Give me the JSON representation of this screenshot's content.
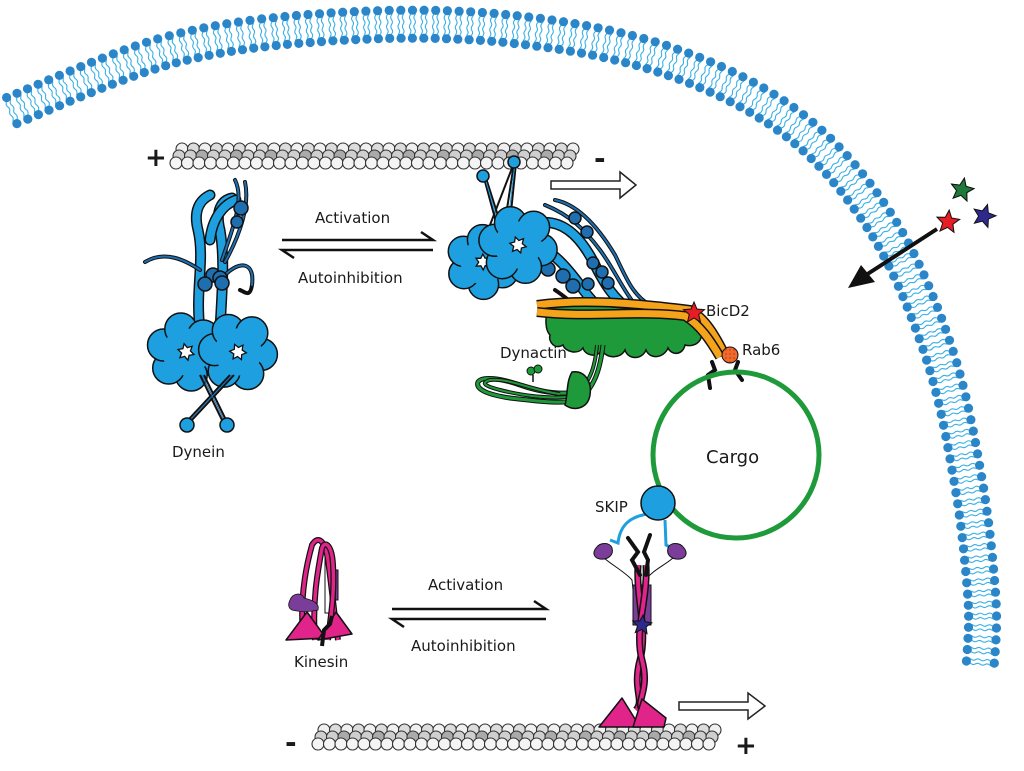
{
  "title": "Dynein and kinesin activation and cargo transport",
  "colors": {
    "membrane_head": "#2a86c8",
    "membrane_tail": "#39b0e6",
    "dynein": "#1ea0e0",
    "dynein_dark": "#1f6fb0",
    "dynactin": "#1f9a3a",
    "bicd2": "#f5a31a",
    "rab6": "#f06a2a",
    "cargo": "#1f9a3a",
    "skip": "#1ea0e0",
    "kinesin_heavy": "#e0248a",
    "kinesin_light": "#7a3d9a",
    "star_red": "#e81c24",
    "star_green": "#1f7a3a",
    "star_blue": "#2e2a8c",
    "microtubule_light": "#eeeeee",
    "microtubule_dark": "#bdbdbd"
  },
  "labels": {
    "dynein": "Dynein",
    "kinesin": "Kinesin",
    "dynactin": "Dynactin",
    "bicd2": "BicD2",
    "rab6": "Rab6",
    "cargo": "Cargo",
    "skip": "SKIP",
    "activation_top": "Activation",
    "autoinhibition_top": "Autoinhibition",
    "activation_bottom": "Activation",
    "autoinhibition_bottom": "Autoinhibition"
  },
  "microtubules": {
    "top": {
      "left_end": "+",
      "right_end": "-"
    },
    "bottom": {
      "left_end": "-",
      "right_end": "+"
    }
  },
  "signals": {
    "stars": [
      "green",
      "red",
      "blue"
    ]
  }
}
